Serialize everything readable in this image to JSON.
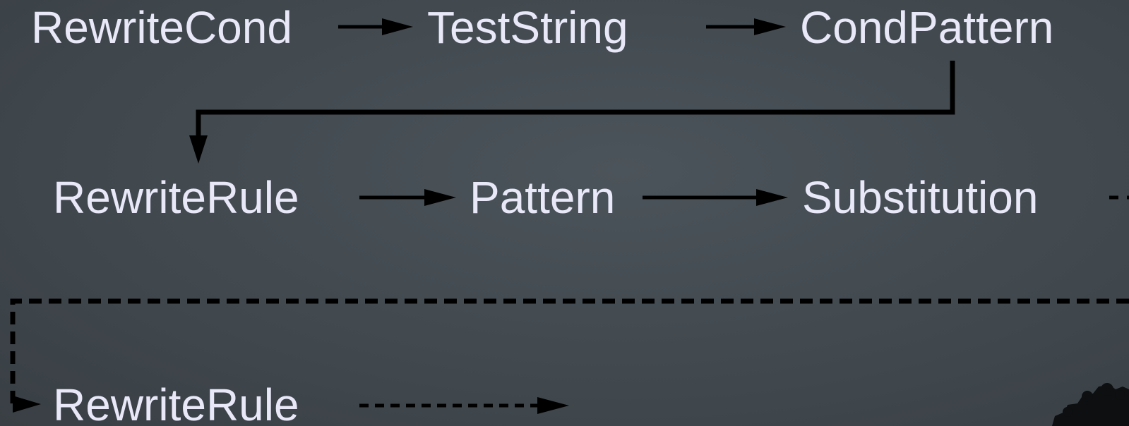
{
  "diagram": {
    "rows": [
      {
        "id": "cond",
        "nodes": [
          "RewriteCond",
          "TestString",
          "CondPattern"
        ]
      },
      {
        "id": "rule1",
        "nodes": [
          "RewriteRule",
          "Pattern",
          "Substitution"
        ]
      },
      {
        "id": "rule2",
        "nodes": [
          "RewriteRule"
        ]
      }
    ]
  },
  "colors": {
    "background": "#434b51",
    "text": "#e8e8f8",
    "connector": "#000000"
  }
}
